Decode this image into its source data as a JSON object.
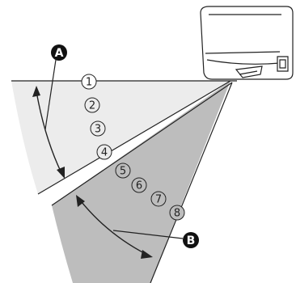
{
  "diagram": {
    "colors": {
      "upper_zone_fill": "#ececec",
      "lower_zone_fill": "#bdbdbd",
      "outline": "#222222",
      "callout_fill": "#111111",
      "callout_text": "#ffffff"
    },
    "positions": [
      "1",
      "2",
      "3",
      "4",
      "5",
      "6",
      "7",
      "8"
    ],
    "callouts": {
      "a": "A",
      "b": "B"
    },
    "icons": {
      "air_conditioner": "air-conditioner-unit",
      "arrow": "double-headed-arc-arrow"
    }
  }
}
